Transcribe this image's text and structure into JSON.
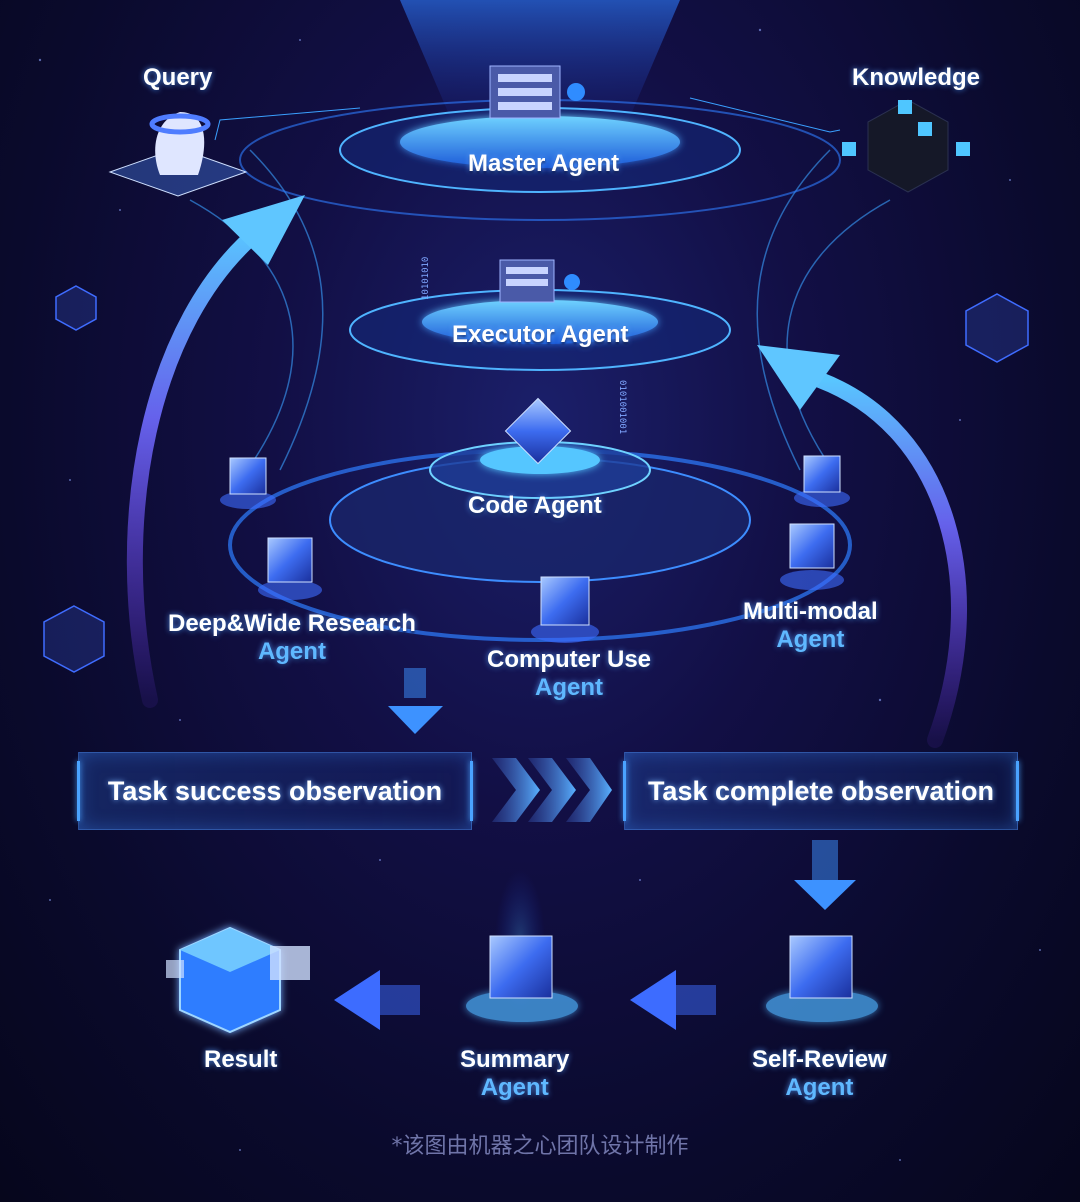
{
  "nodes": {
    "query": "Query",
    "knowledge": "Knowledge",
    "master_agent": "Master Agent",
    "executor_agent": "Executor Agent",
    "code_agent": "Code Agent",
    "deep_wide": {
      "line1": "Deep&Wide Research",
      "line2": "Agent"
    },
    "computer_use": {
      "line1": "Computer Use",
      "line2": "Agent"
    },
    "multimodal": {
      "line1": "Multi-modal",
      "line2": "Agent"
    },
    "result": "Result",
    "summary": {
      "line1": "Summary",
      "line2": "Agent"
    },
    "self_review": {
      "line1": "Self-Review",
      "line2": "Agent"
    }
  },
  "observations": {
    "success": "Task success observation",
    "complete": "Task complete observation"
  },
  "decor": {
    "binary_left": "10101010",
    "binary_right": "0101001001"
  },
  "footer": "*该图由机器之心团队设计制作",
  "colors": {
    "accent": "#5fb8ff",
    "glow": "#2f8cff",
    "background": "#0a0a2c"
  }
}
